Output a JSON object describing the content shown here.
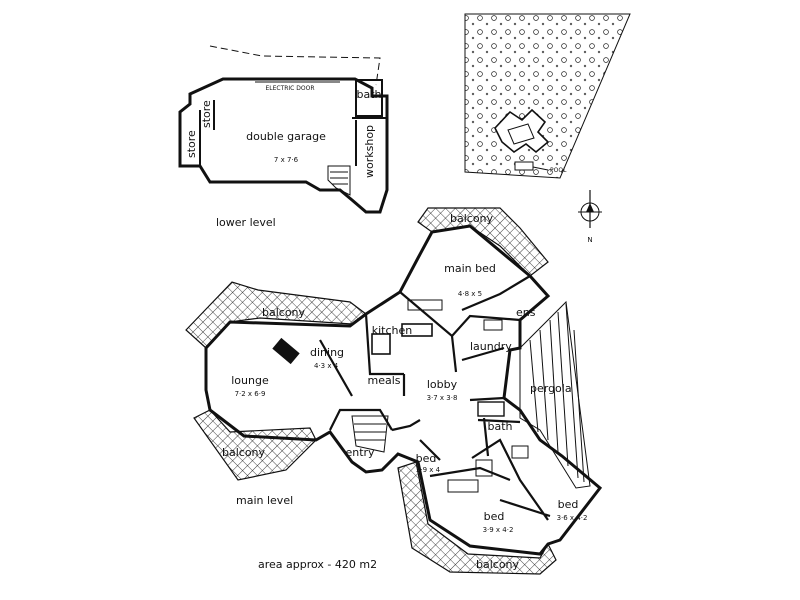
{
  "lower_level": {
    "electric_door": "ELECTRIC DOOR",
    "bath": "bath",
    "store_left": "store",
    "store_right": "store",
    "garage_name": "double garage",
    "garage_size": "7 x 7·6",
    "workshop": "workshop",
    "caption": "lower level"
  },
  "site_plan": {
    "pool": "POOL",
    "north": "N"
  },
  "main_level": {
    "balcony_top": "balcony",
    "main_bed": "main bed",
    "main_bed_size": "4·8 x 5",
    "ens": "ens",
    "laundry": "laundry",
    "kitchen": "kitchen",
    "balcony_left": "balcony",
    "dining": "dining",
    "dining_size": "4·3 x 4",
    "lounge": "lounge",
    "lounge_size": "7·2 x 6·9",
    "meals": "meals",
    "lobby": "lobby",
    "lobby_size": "3·7 x 3·8",
    "pergola": "pergola",
    "bath": "bath",
    "entry": "entry",
    "balcony_bottom_left": "balcony",
    "bed1": "bed",
    "bed1_size": "3·9 x 4",
    "bed2": "bed",
    "bed2_size": "3·9 x 4·2",
    "bed3": "bed",
    "bed3_size": "3·6 x 4·2",
    "balcony_bottom": "balcony",
    "caption": "main level",
    "area": "area approx - 420 m2"
  }
}
